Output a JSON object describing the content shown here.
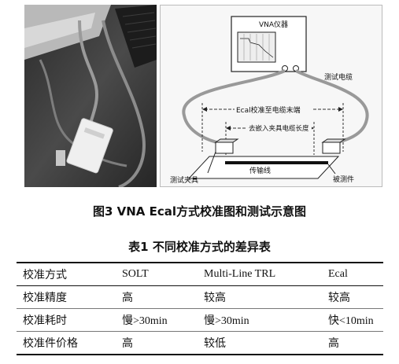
{
  "diagram": {
    "vna_label": "VNA仪器",
    "test_cable_label": "测试电缆",
    "ecal_span_label": "Ecal校准至电缆末端",
    "deembed_label": "去嵌入夹具电缆长度",
    "transmission_line_label": "传输线",
    "dut_label": "被测件",
    "fixture_label": "测试夹具"
  },
  "figure_caption": "图3 VNA Ecal方式校准图和测试示意图",
  "table": {
    "caption": "表1 不同校准方式的差异表",
    "headers": [
      "校准方式",
      "SOLT",
      "Multi-Line TRL",
      "Ecal"
    ],
    "rows": [
      [
        "校准精度",
        "高",
        "较高",
        "较高"
      ],
      [
        "校准耗时",
        "慢>30min",
        "慢>30min",
        "快<10min"
      ],
      [
        "校准件价格",
        "高",
        "较低",
        "高"
      ]
    ]
  }
}
